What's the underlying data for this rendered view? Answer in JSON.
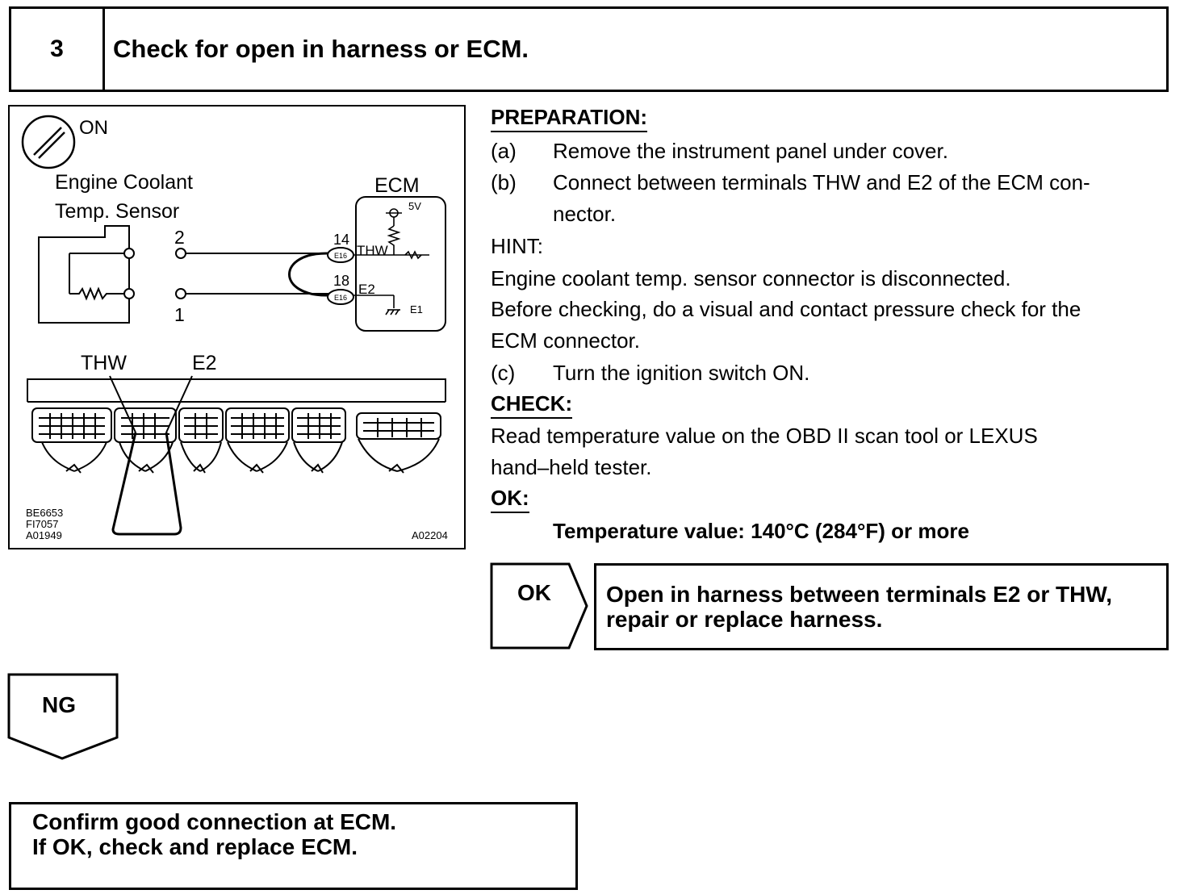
{
  "step": {
    "number": "3",
    "title": "Check for open in harness or ECM."
  },
  "diagram": {
    "ignition_label": "ON",
    "sensor_label_line1": "Engine Coolant",
    "sensor_label_line2": "Temp. Sensor",
    "ecm_label": "ECM",
    "voltage": "5V",
    "terminal_top": "2",
    "terminal_bottom": "1",
    "pin_thw_number": "14",
    "pin_e2_number": "18",
    "connector_code": "E16",
    "pin_thw_label": "THW",
    "pin_e2_label": "E2",
    "ground_label": "E1",
    "connector_label_thw": "THW",
    "connector_label_e2": "E2",
    "codes_left": [
      "BE6653",
      "FI7057",
      "A01949"
    ],
    "code_right": "A02204"
  },
  "preparation": {
    "heading": "PREPARATION:",
    "steps": [
      {
        "label": "(a)",
        "text": "Remove the instrument panel under cover."
      },
      {
        "label": "(b)",
        "text": "Connect between terminals THW and E2 of the ECM con-",
        "text2": "nector."
      }
    ]
  },
  "hint": {
    "heading": "HINT:",
    "lines": [
      "Engine coolant temp. sensor connector is disconnected.",
      "Before checking, do a visual and contact pressure check for the",
      "ECM connector."
    ]
  },
  "step_c": {
    "label": "(c)",
    "text": "Turn the ignition switch ON."
  },
  "check": {
    "heading": "CHECK:",
    "lines": [
      "Read temperature value on the OBD II scan tool or LEXUS",
      "hand–held tester."
    ]
  },
  "ok": {
    "heading": "OK:",
    "spec": "Temperature value: 140°C (284°F) or more"
  },
  "ok_result": {
    "arrow_label": "OK",
    "lines": [
      "Open in harness between terminals E2 or THW,",
      "repair or replace harness."
    ]
  },
  "ng": {
    "arrow_label": "NG"
  },
  "final": {
    "lines": [
      "Confirm good connection at ECM.",
      "If OK, check and replace ECM."
    ]
  }
}
